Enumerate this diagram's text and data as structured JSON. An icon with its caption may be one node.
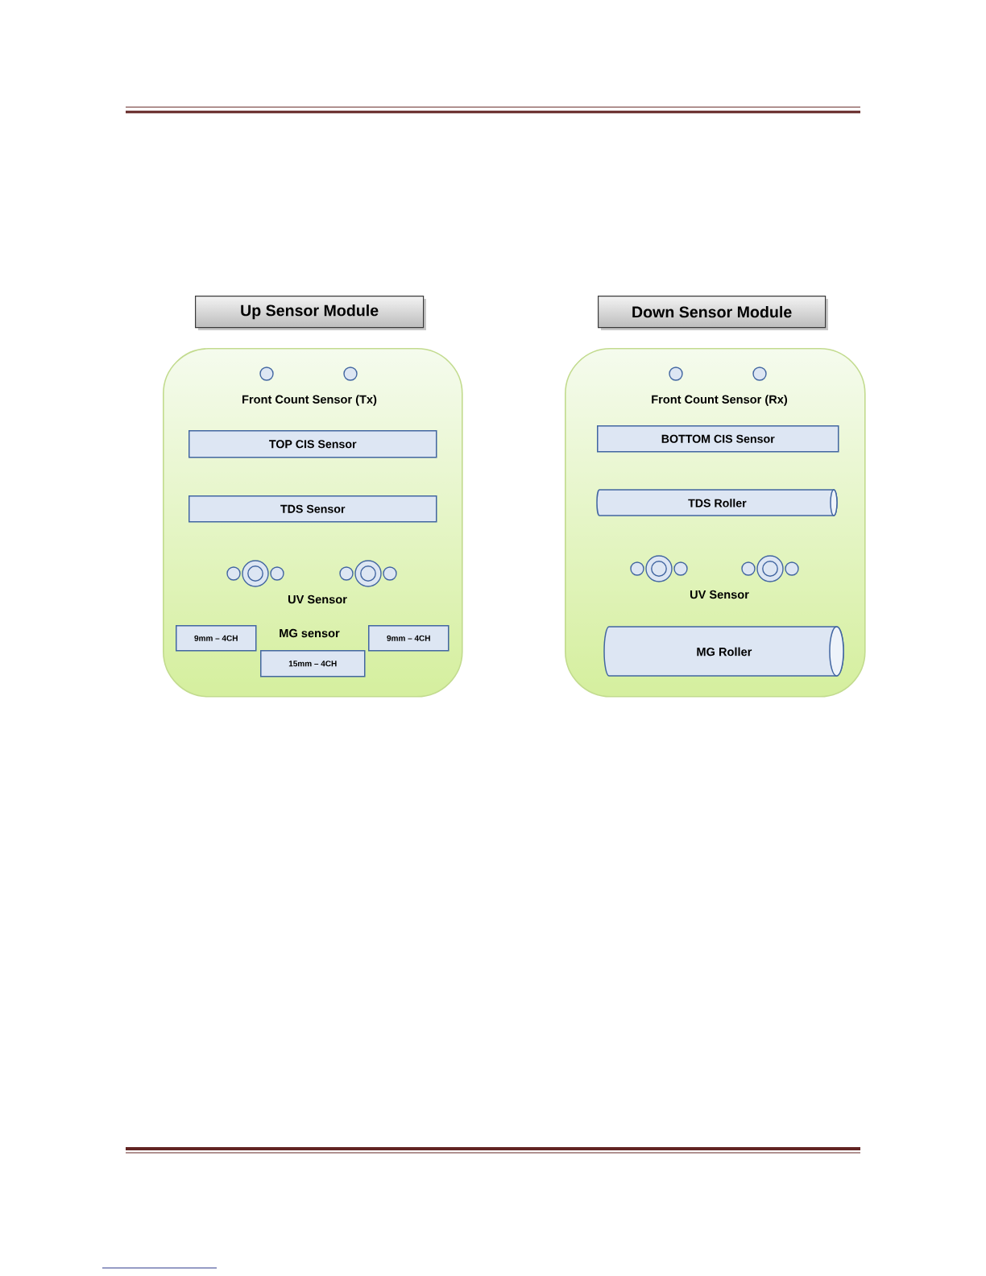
{
  "diagram": {
    "nodes": [
      {
        "text": [
          "Up Sensor Module"
        ]
      },
      {
        "text": [
          "Front Count Sensor (Tx)",
          "UV Sensor",
          "MG sensor"
        ]
      },
      {
        "text": [
          "TOP CIS Sensor"
        ],
        "in": 1
      },
      {
        "text": [
          "TDS Sensor"
        ],
        "in": 1
      },
      {
        "text": [
          "9mm – 4CH"
        ],
        "in": 1
      },
      {
        "text": [
          "9mm – 4CH"
        ],
        "in": 1
      },
      {
        "text": [
          "15mm – 4CH"
        ],
        "in": 1
      },
      {
        "text": [
          "Down Sensor Module"
        ]
      },
      {
        "text": [
          "Front Count Sensor (Rx)",
          "UV Sensor"
        ]
      },
      {
        "text": [
          "BOTTOM CIS Sensor"
        ],
        "in": 8
      },
      {
        "text": [
          "TDS Roller"
        ],
        "in": 8
      },
      {
        "text": [
          "MG Roller"
        ],
        "in": 8
      }
    ]
  }
}
